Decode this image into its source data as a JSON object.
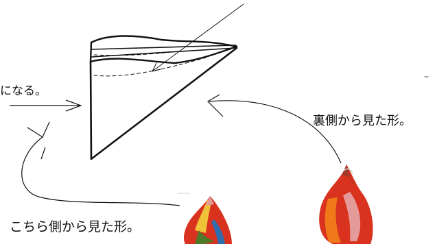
{
  "labels": {
    "left": "になる。",
    "right": "裏側から見た形。",
    "bottom": "こちら側から見た形。"
  },
  "marks": {
    "dash": "–"
  },
  "colors": {
    "ink": "#111111",
    "fabric_red": "#d9321e",
    "fabric_orange": "#f07a1a",
    "fabric_pink": "#e59a9a",
    "fabric_green": "#4f7a2a",
    "fabric_yellow": "#f0c23a",
    "fabric_blue": "#2f6fb0"
  },
  "icons": [
    "folded-cone-sketch",
    "fabric-photo-back",
    "fabric-photo-front"
  ]
}
